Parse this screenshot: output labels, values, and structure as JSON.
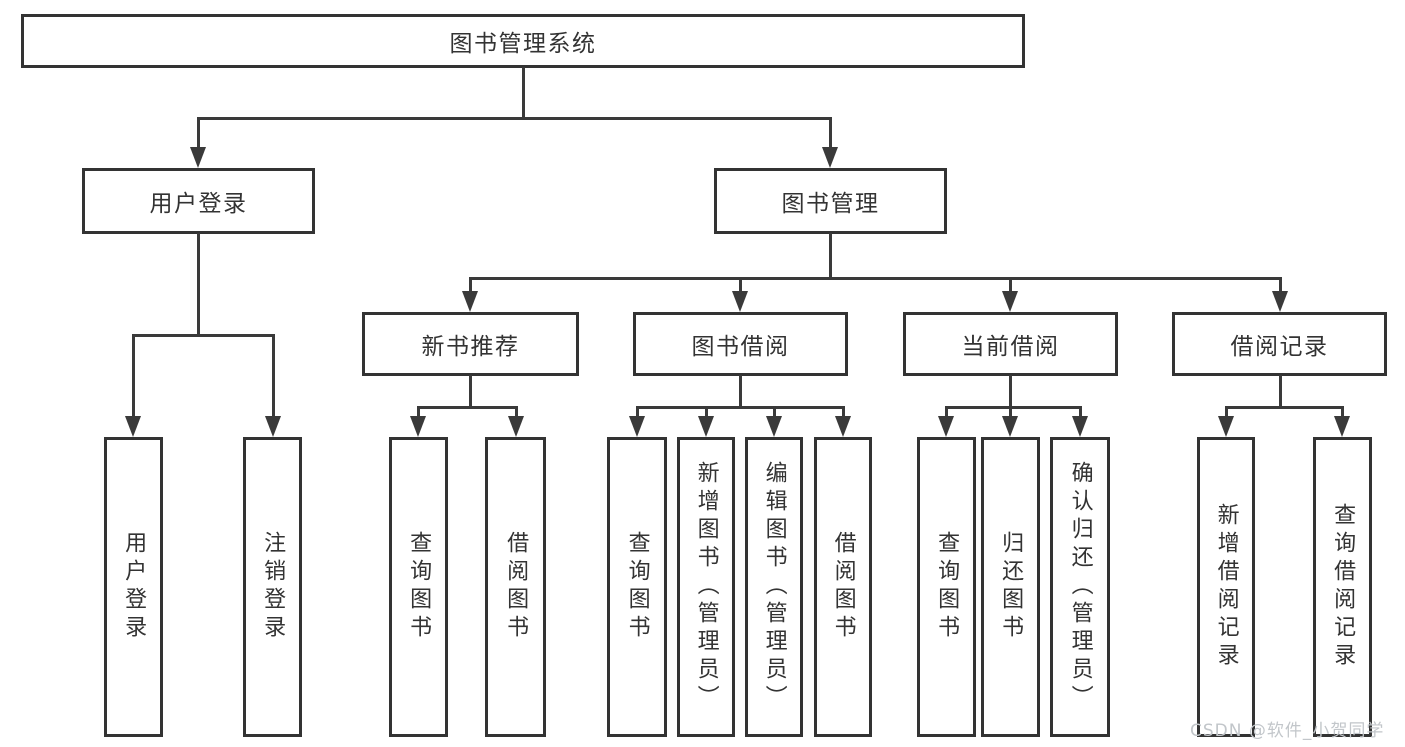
{
  "diagram": {
    "root": {
      "label": "图书管理系统"
    },
    "level2": [
      {
        "label": "用户登录"
      },
      {
        "label": "图书管理"
      }
    ],
    "level3": [
      {
        "label": "新书推荐"
      },
      {
        "label": "图书借阅"
      },
      {
        "label": "当前借阅"
      },
      {
        "label": "借阅记录"
      }
    ],
    "leaves": {
      "user_login": [
        "用户登录",
        "注销登录"
      ],
      "new_book": [
        "查询图书",
        "借阅图书"
      ],
      "book_borrow": [
        "查询图书",
        "新增图书（管理员）",
        "编辑图书（管理员）",
        "借阅图书"
      ],
      "current_borrow": [
        "查询图书",
        "归还图书",
        "确认归还（管理员）"
      ],
      "borrow_records": [
        "新增借阅记录",
        "查询借阅记录"
      ]
    }
  },
  "watermark": {
    "text": "CSDN @软件_小贺同学"
  },
  "colors": {
    "line": "#3a3a3a",
    "border": "#333333",
    "text": "#333333",
    "watermark": "#c2c6ca",
    "background": "#ffffff"
  }
}
